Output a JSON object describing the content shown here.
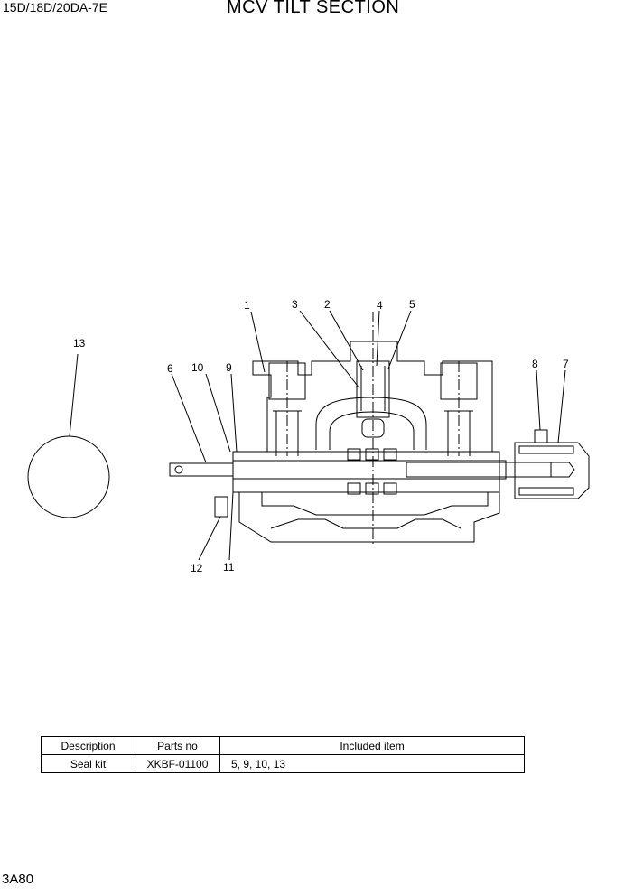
{
  "header": {
    "model": "15D/18D/20DA-7E",
    "title": "MCV TILT SECTION"
  },
  "callouts": [
    "1",
    "2",
    "3",
    "4",
    "5",
    "6",
    "7",
    "8",
    "9",
    "10",
    "11",
    "12",
    "13"
  ],
  "seal_kit_table": {
    "columns": [
      "Description",
      "Parts no",
      "Included item"
    ],
    "rows": [
      {
        "description": "Seal kit",
        "parts_no": "XKBF-01100",
        "included_item": "5, 9, 10, 13"
      }
    ]
  },
  "footer": {
    "page": "3A80"
  }
}
